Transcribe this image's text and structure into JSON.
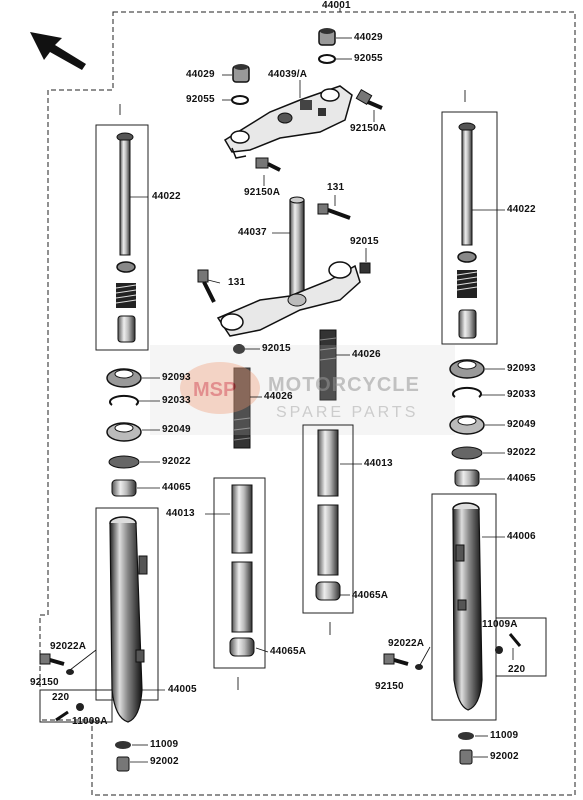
{
  "assembly_number": "44001",
  "watermark": {
    "brand": "MOTORCYCLE",
    "sub": "SPARE PARTS",
    "logo": "MSP"
  },
  "labels": {
    "p44029_top": "44029",
    "p92055_top": "92055",
    "p44029_left": "44029",
    "p44039A": "44039/A",
    "p92055_left": "92055",
    "p92150A_right": "92150A",
    "p92150A_center": "92150A",
    "p44022_left": "44022",
    "p44022_right": "44022",
    "p131_top": "131",
    "p44037": "44037",
    "p92015_right": "92015",
    "p131_left": "131",
    "p92015_center": "92015",
    "p44026_right": "44026",
    "p44026_left": "44026",
    "p92093_left": "92093",
    "p92093_right": "92093",
    "p92033_left": "92033",
    "p92033_right": "92033",
    "p92049_left": "92049",
    "p92049_right": "92049",
    "p44013_right": "44013",
    "p92022_left": "92022",
    "p92022_right": "92022",
    "p44065_left": "44065",
    "p44065_right": "44065",
    "p44013_left": "44013",
    "p44006": "44006",
    "p44065A_right": "44065A",
    "p11009A_right": "11009A",
    "p92022A_left": "92022A",
    "p92022A_right": "92022A",
    "p220_right": "220",
    "p44065A_left": "44065A",
    "p92150_left": "92150",
    "p92150_right": "92150",
    "p220_left": "220",
    "p44005": "44005",
    "p11009A_left": "11009A",
    "p11009_left": "11009",
    "p11009_right": "11009",
    "p92002_left": "92002",
    "p92002_right": "92002"
  }
}
